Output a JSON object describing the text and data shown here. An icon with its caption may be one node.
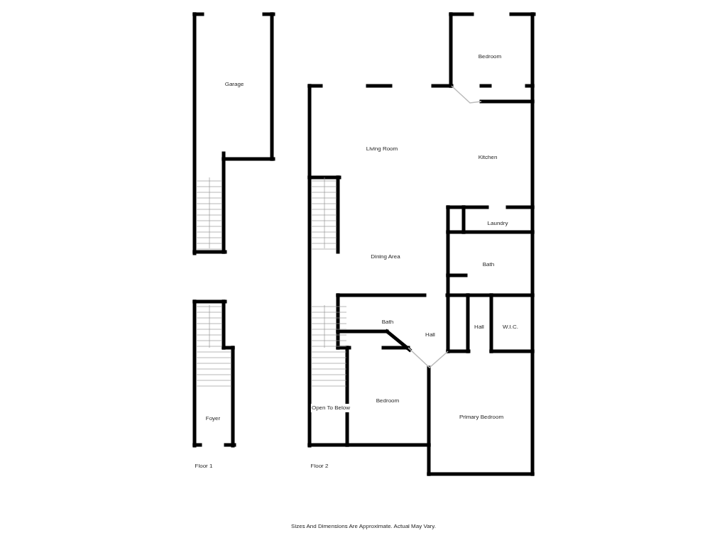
{
  "diagram": {
    "caption": "Sizes And Dimensions Are Approximate. Actual May Vary.",
    "labels": [
      "Garage",
      "Bedroom",
      "Living Room",
      "Kitchen",
      "Laundry",
      "Dining Area",
      "Bath",
      "Bath",
      "Hall",
      "Hall",
      "W.I.C.",
      "Bedroom",
      "Open To Below",
      "Foyer",
      "Primary Bedroom",
      "Floor 1",
      "Floor 2"
    ]
  }
}
